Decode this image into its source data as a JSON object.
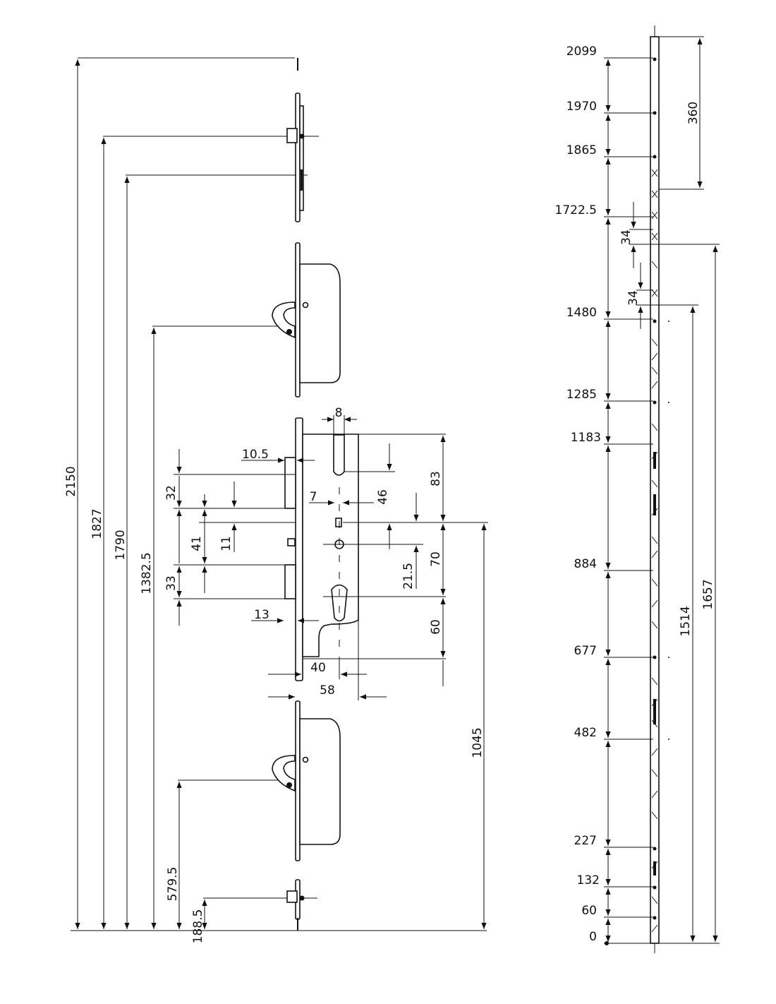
{
  "left_view": {
    "overall_heights": [
      "2150",
      "1827",
      "1790",
      "1382.5",
      "579.5",
      "188.5",
      "1045"
    ],
    "gear_box": {
      "width_top": "8",
      "bolt_projection": "10.5",
      "latch_projection": "13",
      "pin_width": "7",
      "heights_left": [
        "32",
        "41",
        "11",
        "33"
      ],
      "heights_right": [
        "46",
        "83",
        "21.5",
        "70",
        "60"
      ],
      "widths_bottom": [
        "40",
        "58"
      ]
    }
  },
  "right_view": {
    "positions": [
      "2099",
      "1970",
      "1865",
      "1722.5",
      "1480",
      "1285",
      "1183",
      "884",
      "677",
      "482",
      "227",
      "132",
      "60",
      "0"
    ],
    "spacings": [
      "360",
      "34",
      "34"
    ],
    "lengths": [
      "1514",
      "1657"
    ]
  }
}
